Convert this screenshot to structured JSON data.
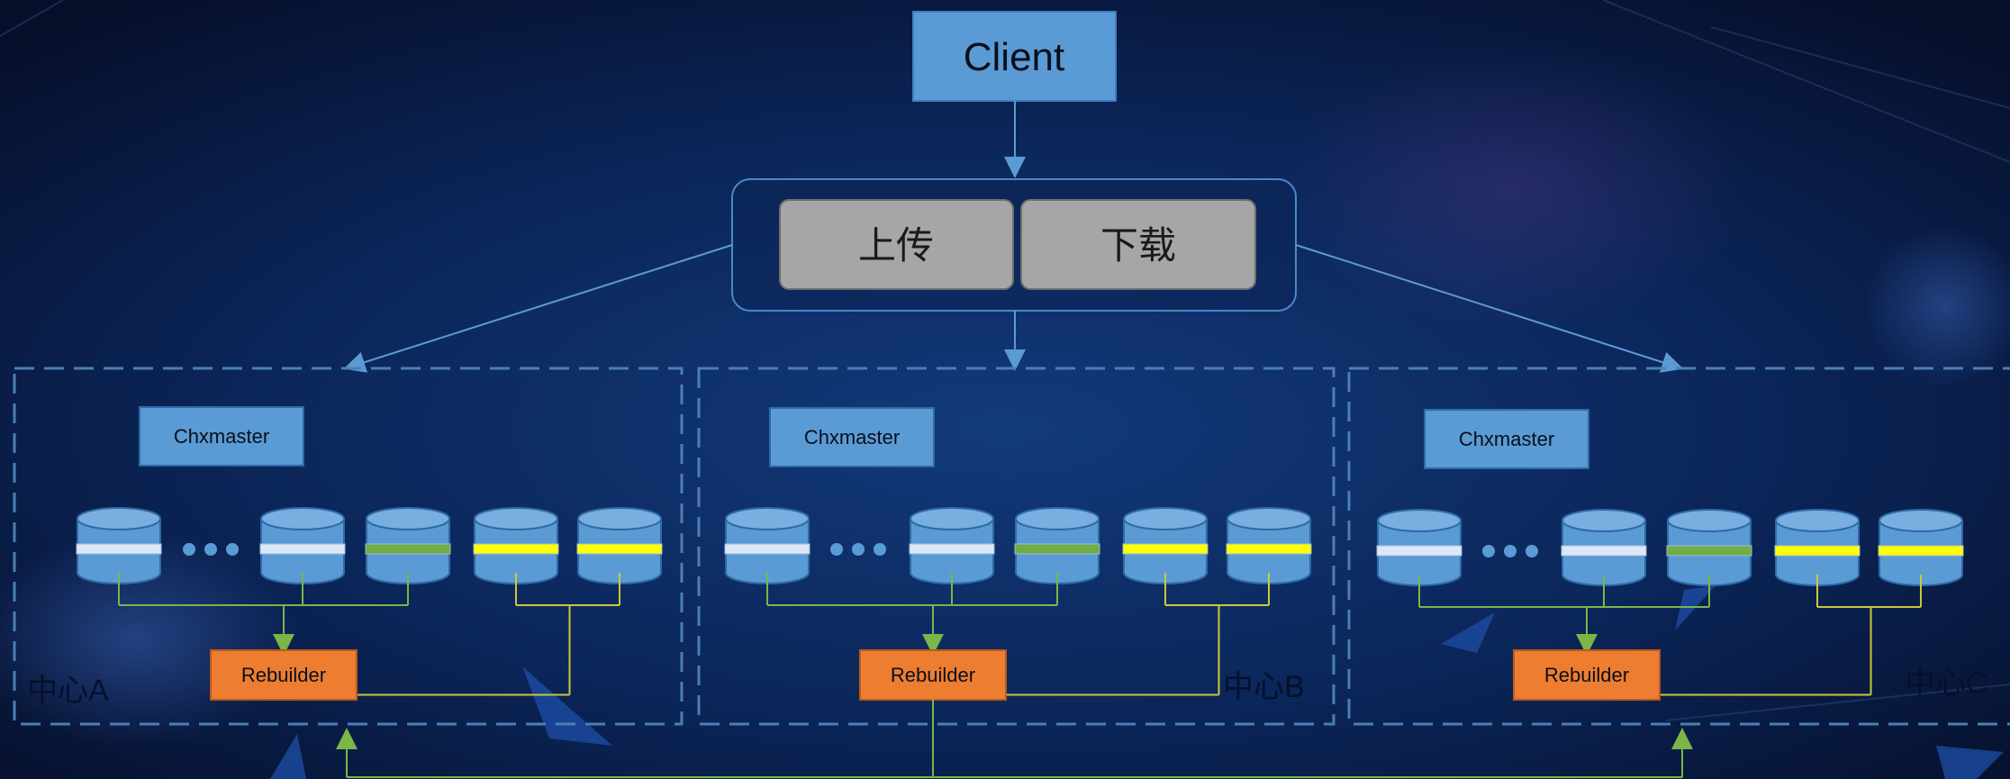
{
  "client": {
    "label": "Client"
  },
  "operations": [
    {
      "label": "上传"
    },
    {
      "label": "下载"
    }
  ],
  "centers": [
    {
      "name": "中心A",
      "master_label": "Chxmaster",
      "rebuilder_label": "Rebuilder"
    },
    {
      "name": "中心B",
      "master_label": "Chxmaster",
      "rebuilder_label": "Rebuilder"
    },
    {
      "name": "中心C",
      "master_label": "Chxmaster",
      "rebuilder_label": "Rebuilder"
    }
  ],
  "disk_stripes": [
    "white",
    "white",
    "green",
    "yellow",
    "yellow"
  ],
  "colors": {
    "background": "#08163a",
    "box_blue": "#5b9bd5",
    "box_border": "#2e6aa6",
    "operation_gray": "#a6a6a6",
    "rebuilder_orange": "#ed7d31",
    "dashed_border": "#4a7fb5",
    "stripe_white": "#dde8f7",
    "stripe_green": "#70ad47",
    "stripe_yellow": "#ffff00",
    "connector_green": "#7ab648",
    "connector_yellow": "#c9c93a"
  },
  "icons": {
    "ellipsis": "three-dots-icon",
    "disk": "database-cylinder-icon"
  }
}
